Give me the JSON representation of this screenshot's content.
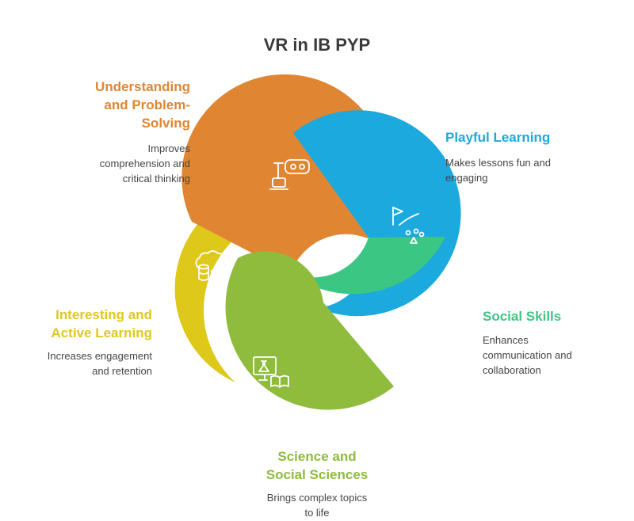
{
  "title": "VR in IB PYP",
  "colors": {
    "orange": "#E08632",
    "blue": "#1BA9DE",
    "green": "#3CC683",
    "lime": "#8FBC3C",
    "yellow": "#DEC91B",
    "icon_stroke": "#ffffff"
  },
  "items": [
    {
      "title": "Understanding\nand Problem-\nSolving",
      "description": "Improves\ncomprehension and\ncritical thinking",
      "icon": "vr-headset-icon"
    },
    {
      "title": "Playful Learning",
      "description": "Makes lessons fun and\nengaging",
      "icon": "game-path-icon"
    },
    {
      "title": "Social Skills",
      "description": "Enhances\ncommunication and\ncollaboration",
      "icon": "people-group-icon"
    },
    {
      "title": "Science and\nSocial Sciences",
      "description": "Brings complex topics\nto life",
      "icon": "science-book-icon"
    },
    {
      "title": "Interesting and\nActive Learning",
      "description": "Increases engagement\nand retention",
      "icon": "database-cloud-icon"
    }
  ]
}
